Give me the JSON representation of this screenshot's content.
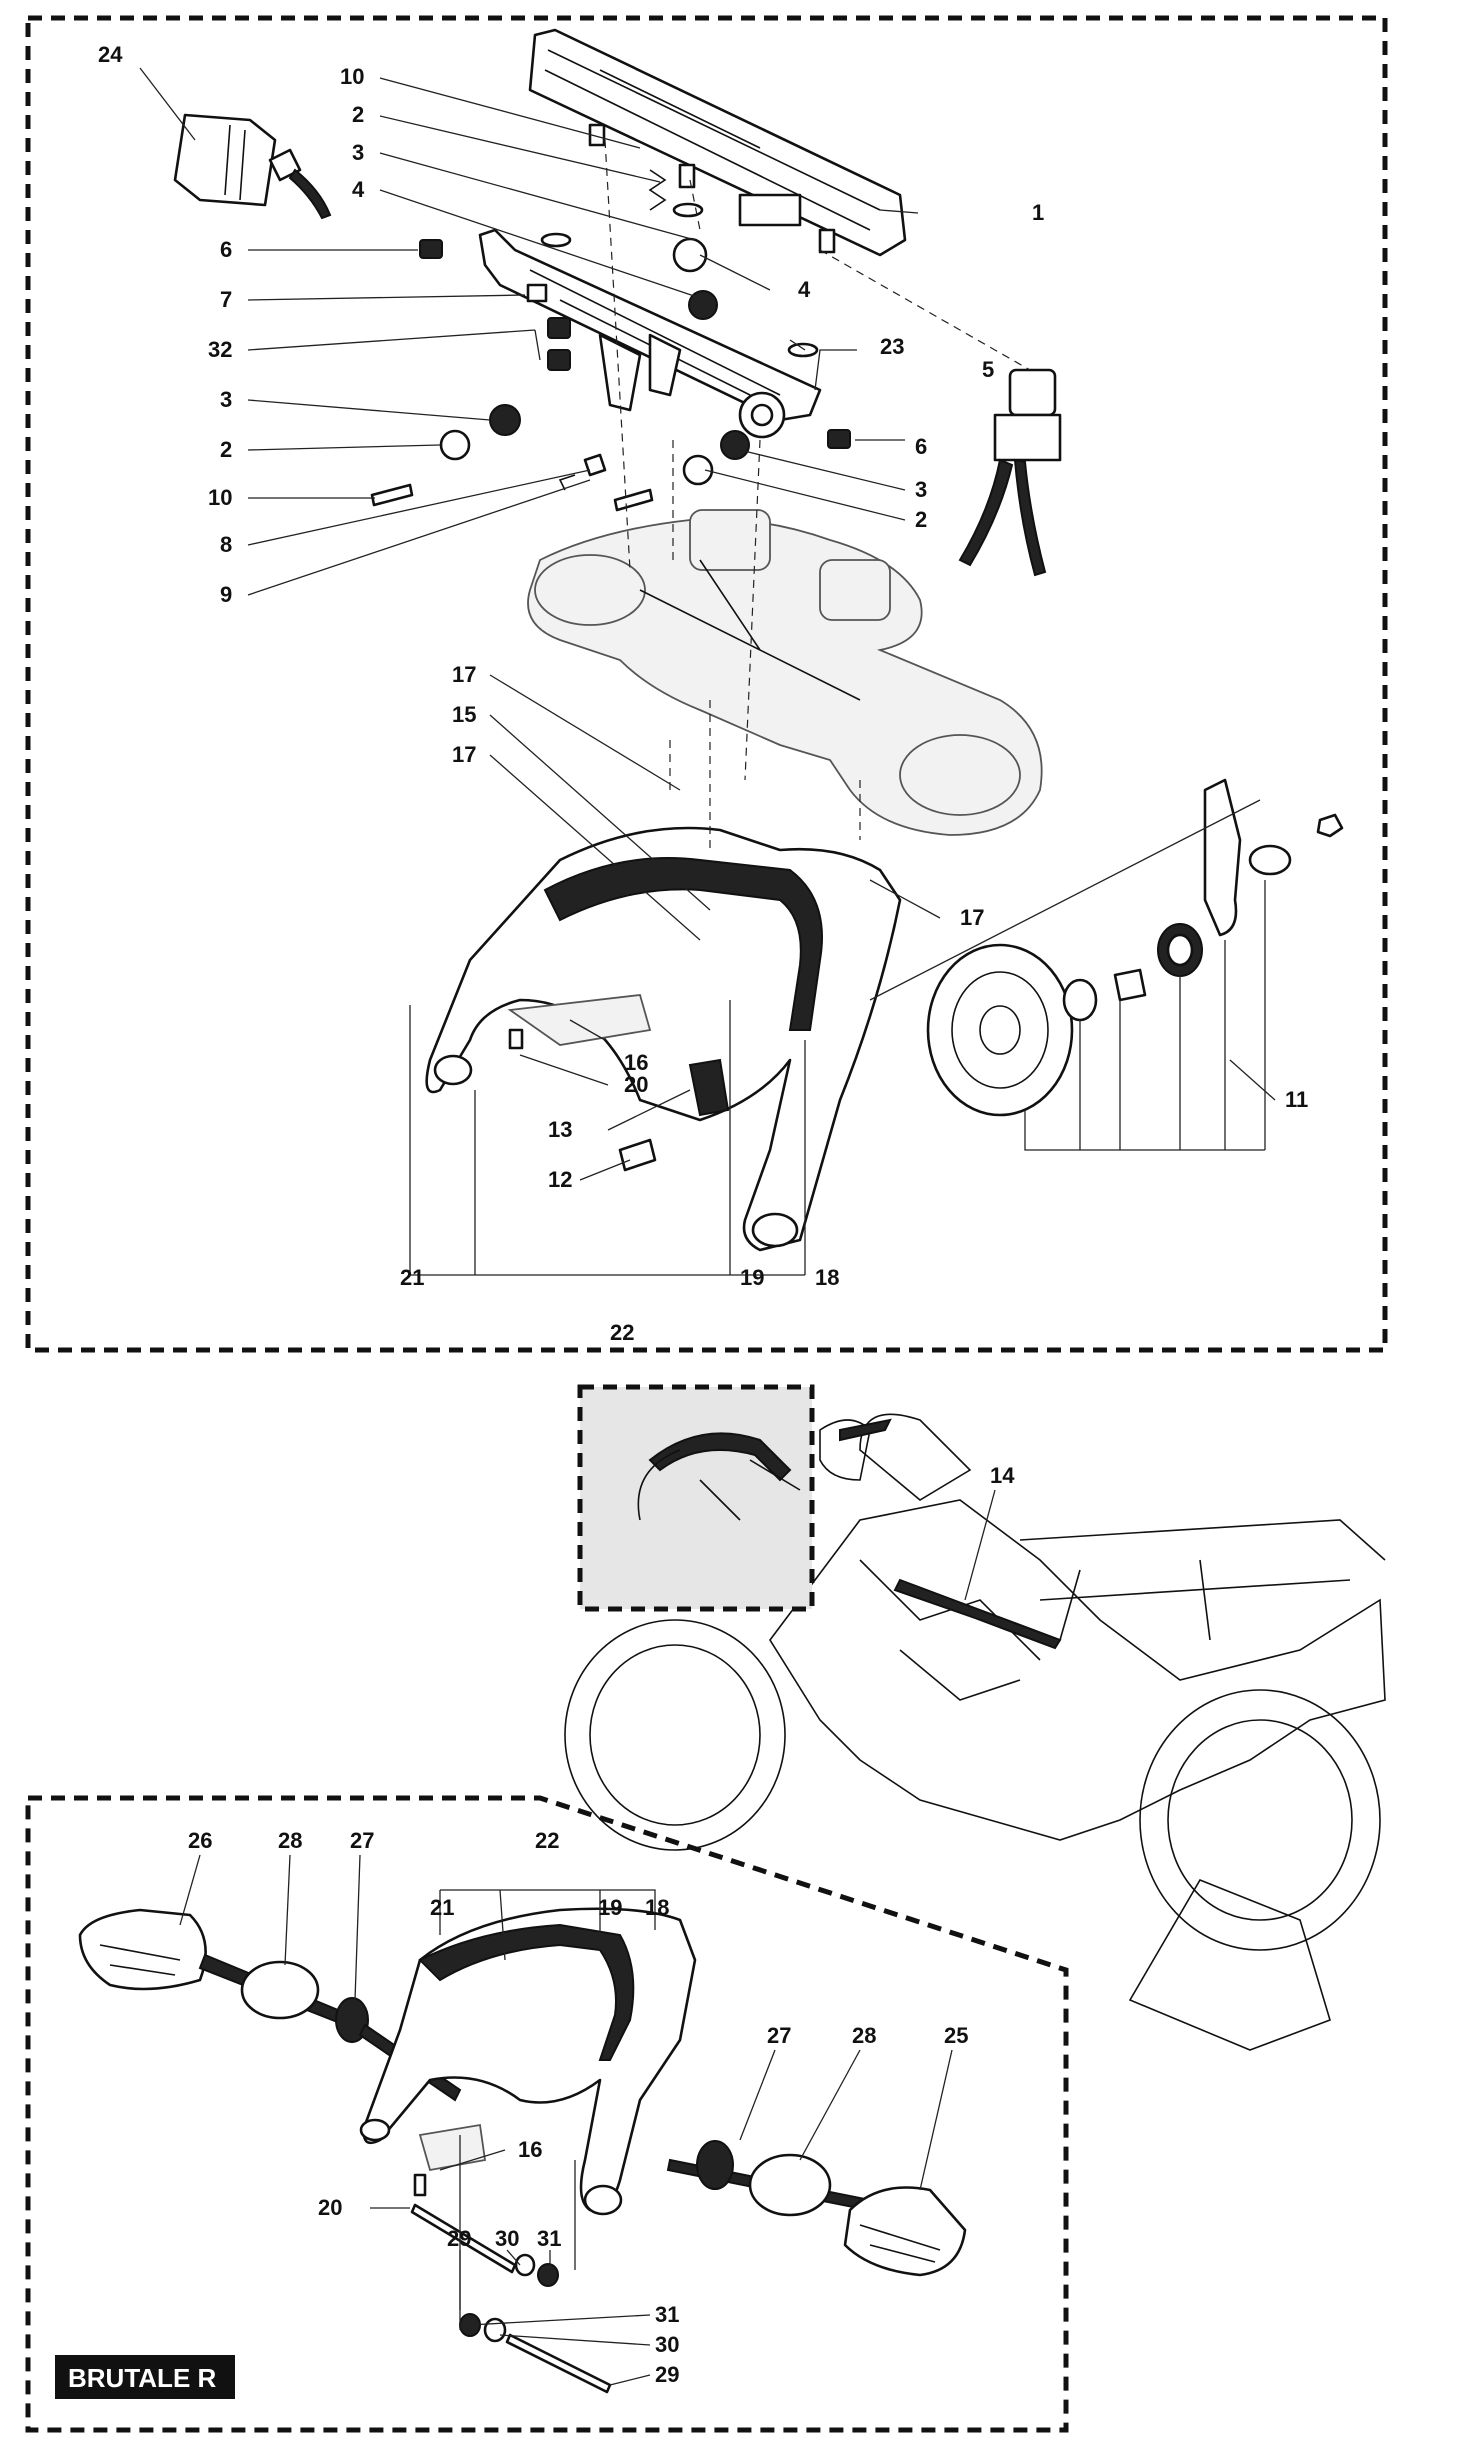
{
  "callouts": {
    "c1": "1",
    "c2a": "2",
    "c2b": "2",
    "c2c": "2",
    "c3a": "3",
    "c3b": "3",
    "c3c": "3",
    "c4a": "4",
    "c4b": "4",
    "c5": "5",
    "c6a": "6",
    "c6b": "6",
    "c7": "7",
    "c8": "8",
    "c9": "9",
    "c10a": "10",
    "c10b": "10",
    "c11": "11",
    "c12": "12",
    "c13": "13",
    "c14": "14",
    "c15": "15",
    "c16a": "16",
    "c16b": "16",
    "c17a": "17",
    "c17b": "17",
    "c17c": "17",
    "c18a": "18",
    "c18b": "18",
    "c19a": "19",
    "c19b": "19",
    "c20a": "20",
    "c20b": "20",
    "c21a": "21",
    "c21b": "21",
    "c22a": "22",
    "c22b": "22",
    "c23": "23",
    "c24": "24",
    "c25": "25",
    "c26": "26",
    "c27a": "27",
    "c27b": "27",
    "c28a": "28",
    "c28b": "28",
    "c29a": "29",
    "c29b": "29",
    "c30a": "30",
    "c30b": "30",
    "c31a": "31",
    "c31b": "31",
    "c32": "32"
  },
  "model_tag": "BRUTALE R"
}
